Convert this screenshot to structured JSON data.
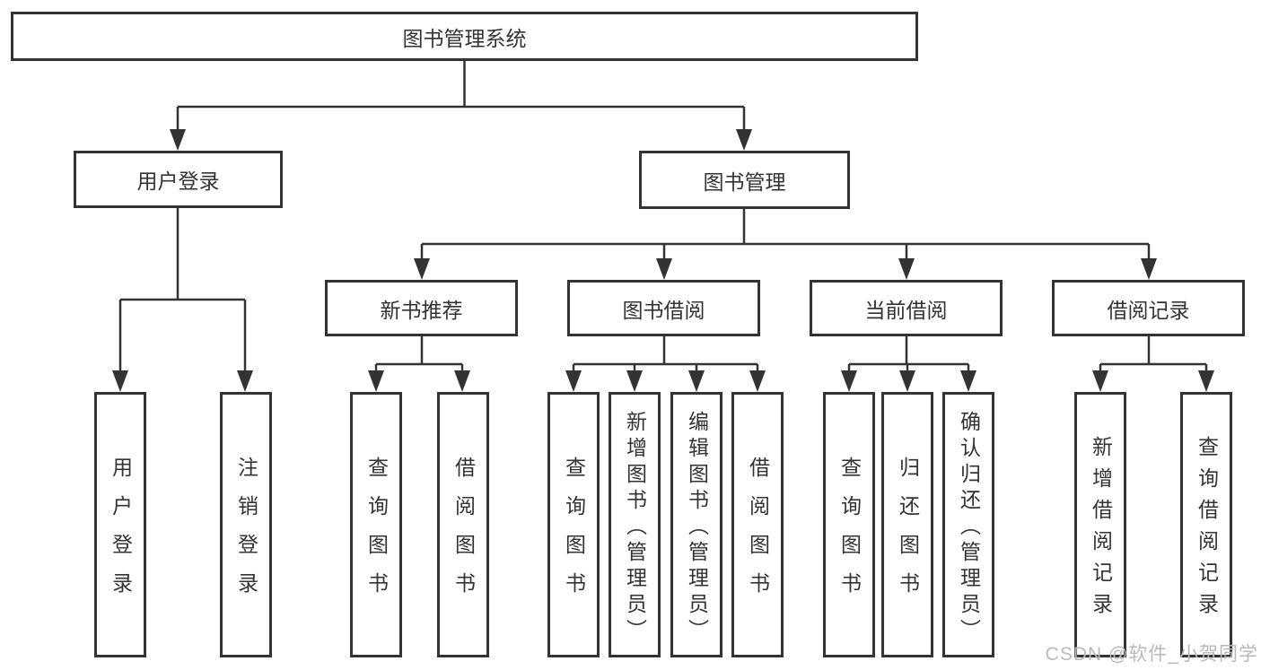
{
  "diagram": {
    "root": {
      "label": "图书管理系统"
    },
    "user_login": {
      "label": "用户登录",
      "children": [
        "用户登录",
        "注销登录"
      ]
    },
    "book_management": {
      "label": "图书管理",
      "new_book_recommendation": {
        "label": "新书推荐",
        "children": [
          "查询图书",
          "借阅图书"
        ]
      },
      "book_borrowing": {
        "label": "图书借阅",
        "children": [
          "查询图书",
          "新增图书（管理员）",
          "编辑图书（管理员）",
          "借阅图书"
        ]
      },
      "current_borrowing": {
        "label": "当前借阅",
        "children": [
          "查询图书",
          "归还图书",
          "确认归还（管理员）"
        ]
      },
      "borrowing_records": {
        "label": "借阅记录",
        "children": [
          "新增借阅记录",
          "查询借阅记录"
        ]
      }
    }
  },
  "watermark": {
    "text": "CSDN @软件_小贺同学"
  },
  "colors": {
    "line": "#333333",
    "box_border": "#333333",
    "box_fill": "#ffffff",
    "text": "#333333",
    "watermark": "#b9b9b9"
  }
}
